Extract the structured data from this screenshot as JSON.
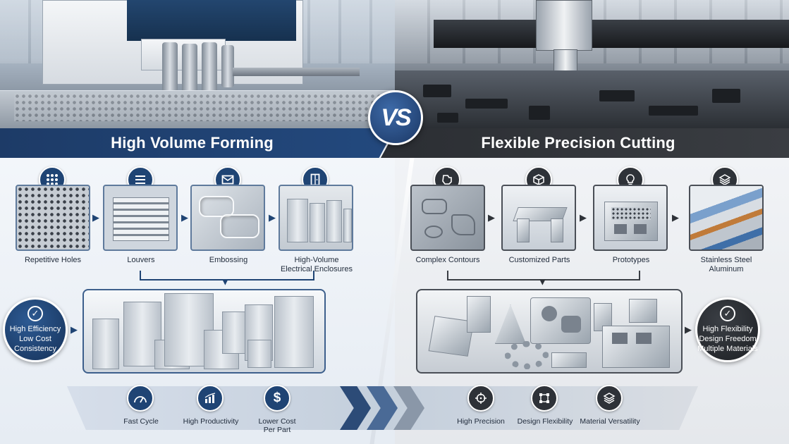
{
  "badge": "VS",
  "left": {
    "title": "High Volume Forming",
    "features": [
      {
        "label": "Repetitive Holes",
        "icon": "grid-dots-icon"
      },
      {
        "label": "Louvers",
        "icon": "louver-lines-icon"
      },
      {
        "label": "Embossing",
        "icon": "emboss-envelope-icon"
      },
      {
        "label": "High-Volume\nElectrical Enclosures",
        "icon": "cabinet-door-icon"
      }
    ],
    "benefits": [
      "High Efficiency",
      "Low Cost",
      "Consistency"
    ],
    "bottom": [
      {
        "label": "Fast Cycle",
        "icon": "speedometer-icon"
      },
      {
        "label": "High Productivity",
        "icon": "bar-chart-icon"
      },
      {
        "label": "Lower Cost\nPer Part",
        "icon": "dollar-icon"
      }
    ]
  },
  "right": {
    "title": "Flexible Precision Cutting",
    "features": [
      {
        "label": "Complex Contours",
        "icon": "contour-icon"
      },
      {
        "label": "Customized Parts",
        "icon": "cube-icon"
      },
      {
        "label": "Prototypes",
        "icon": "lightbulb-icon"
      },
      {
        "label": "Stainless Steel\nAluminum",
        "icon": "layers-icon"
      }
    ],
    "benefits": [
      "High Flexibility",
      "Design Freedom",
      "Multiple Materials"
    ],
    "bottom": [
      {
        "label": "High Precision",
        "icon": "crosshair-icon"
      },
      {
        "label": "Design Flexibility",
        "icon": "vector-square-icon"
      },
      {
        "label": "Material Versatility",
        "icon": "stack-icon"
      }
    ]
  },
  "colors": {
    "blue": "#1f4474",
    "dark": "#2e3238"
  }
}
